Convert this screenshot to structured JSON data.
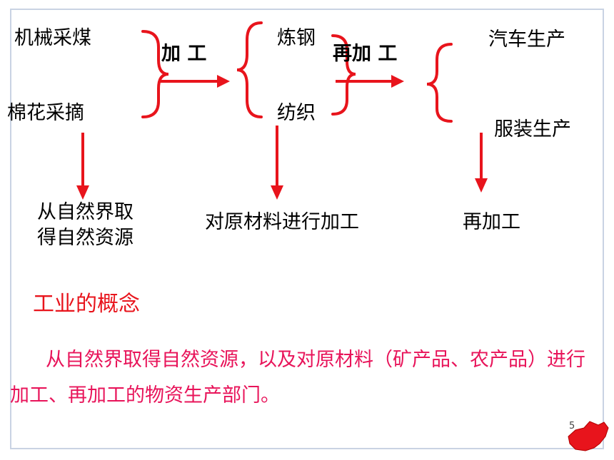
{
  "colors": {
    "arrow": "#e8141c",
    "concept_title": "#e8141c",
    "definition": "#e8145a",
    "border": "#c9d3e3"
  },
  "stage1": {
    "item_top": "机械采煤",
    "item_bottom": "棉花采摘",
    "description_line1": "从自然界取",
    "description_line2": "得自然资源"
  },
  "process1_label": "加 工",
  "stage2": {
    "item_top": "炼钢",
    "item_bottom": "纺织",
    "description": "对原材料进行加工"
  },
  "process2_label": "再加 工",
  "stage3": {
    "item_top": "汽车生产",
    "item_bottom": "服装生产",
    "description": "再加工"
  },
  "concept": {
    "title": "工业的概念",
    "definition": "从自然界取得自然资源，以及对原材料（矿产品、农产品）进行加工、再加工的物资生产部门。"
  },
  "page_number": "5"
}
